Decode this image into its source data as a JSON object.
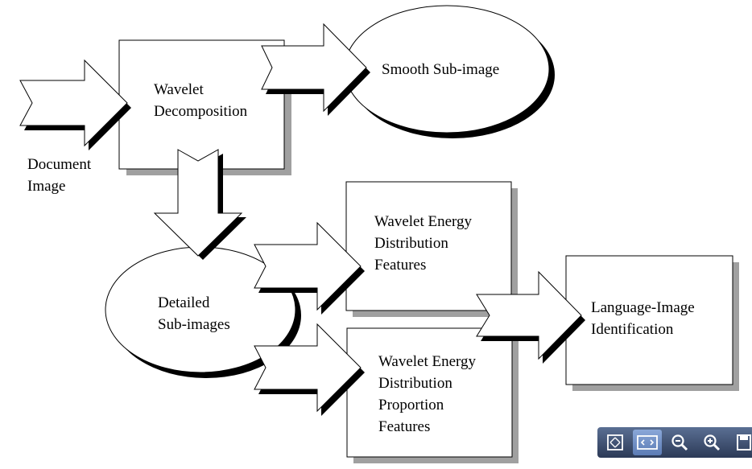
{
  "diagram": {
    "input_label": [
      "Document",
      "Image"
    ],
    "wavelet_decomposition": [
      "Wavelet",
      "Decomposition"
    ],
    "smooth_subimage": [
      "Smooth Sub-image"
    ],
    "detailed_subimages": [
      "Detailed",
      "Sub-images"
    ],
    "energy_distribution_features": [
      "Wavelet Energy",
      "Distribution",
      "Features"
    ],
    "energy_proportion_features": [
      "Wavelet Energy",
      "Distribution",
      "Proportion",
      "Features"
    ],
    "language_identification": [
      "Language-Image",
      "Identification"
    ]
  },
  "toolbar": {
    "buttons": [
      {
        "icon": "fit-page-icon",
        "active": false
      },
      {
        "icon": "fit-width-icon",
        "active": true
      },
      {
        "icon": "zoom-out-icon",
        "active": false
      },
      {
        "icon": "zoom-in-icon",
        "active": false
      },
      {
        "icon": "save-icon",
        "active": false
      }
    ]
  }
}
